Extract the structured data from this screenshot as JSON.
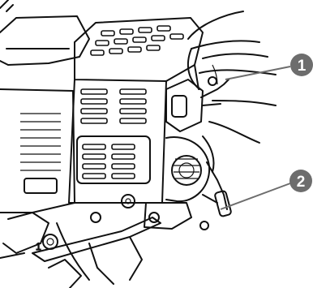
{
  "callouts": [
    {
      "label": "1",
      "target": "choke-lever"
    },
    {
      "label": "2",
      "target": "fuel-valve-lever"
    }
  ],
  "part_markings": {
    "pointer_numeral": "1"
  },
  "colors": {
    "callout_fill": "#6d6d6d",
    "leader_line": "#6d6d6d",
    "line_art": "#111111",
    "background": "#ffffff"
  }
}
